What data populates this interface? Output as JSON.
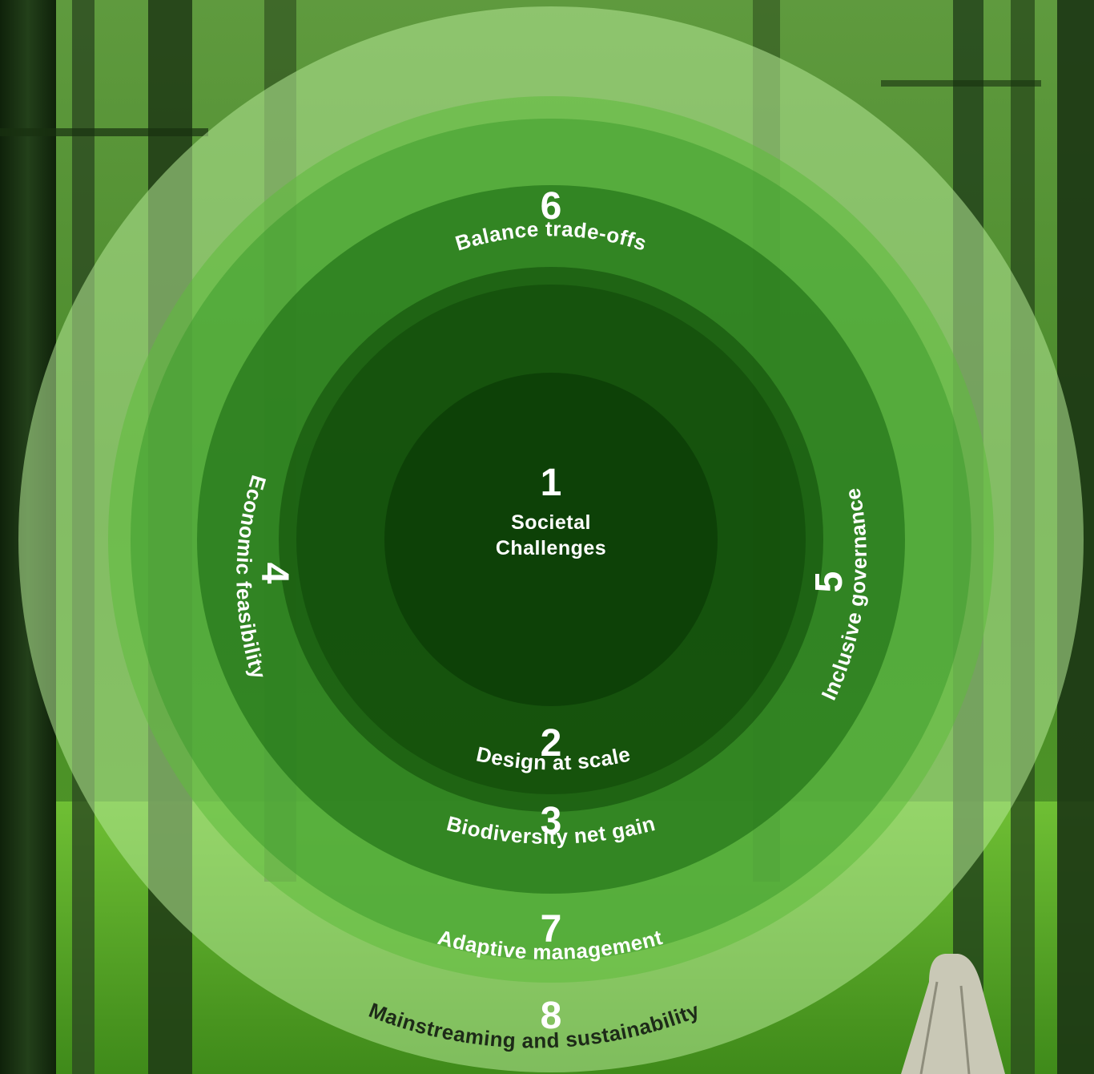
{
  "center": {
    "number": "1",
    "label_line1": "Societal",
    "label_line2": "Challenges"
  },
  "rings": {
    "r2": {
      "number": "2",
      "label": "Design at scale"
    },
    "r3": {
      "number": "3",
      "label": "Biodiversity net gain"
    },
    "r4": {
      "number": "4",
      "label": "Economic feasibility"
    },
    "r5": {
      "number": "5",
      "label": "Inclusive governance"
    },
    "r6": {
      "number": "6",
      "label": "Balance trade-offs"
    },
    "r7": {
      "number": "7",
      "label": "Adaptive management"
    },
    "r8": {
      "number": "8",
      "label": "Mainstreaming and sustainability"
    }
  },
  "colors": {
    "forest_dark": "#16300f",
    "forest_mid": "#3f7e24",
    "moss": "#5fae2c",
    "ring_outer": "#b4e896",
    "ring_inner": "#0a3a05",
    "text_light": "#ffffff",
    "text_dark": "#1d2a18"
  }
}
